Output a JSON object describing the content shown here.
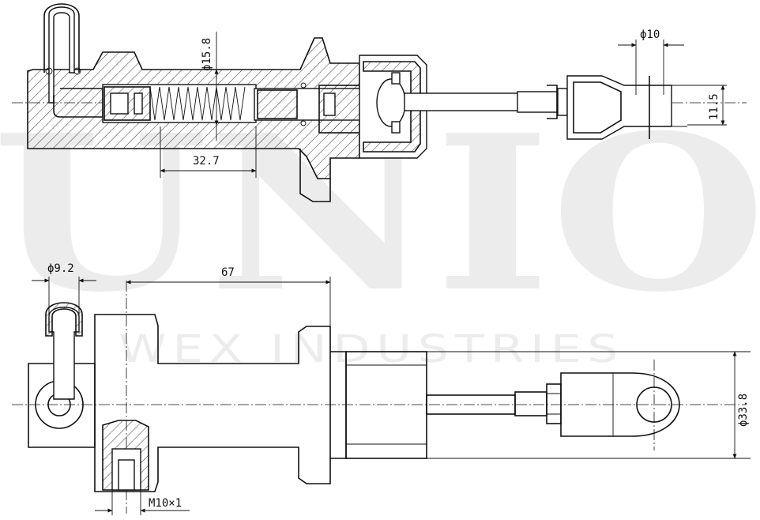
{
  "watermark": {
    "brand": "UNIO",
    "company": "WEX INDUSTRIES"
  },
  "dimensions": {
    "bore_diameter": "ϕ15.8",
    "piston_travel": "32.7",
    "clevis_pin_diameter": "ϕ10",
    "clevis_width": "11.5",
    "inlet_diameter": "ϕ9.2",
    "mount_to_flange": "67",
    "body_diameter": "ϕ33.8",
    "outlet_thread": "M10×1"
  }
}
